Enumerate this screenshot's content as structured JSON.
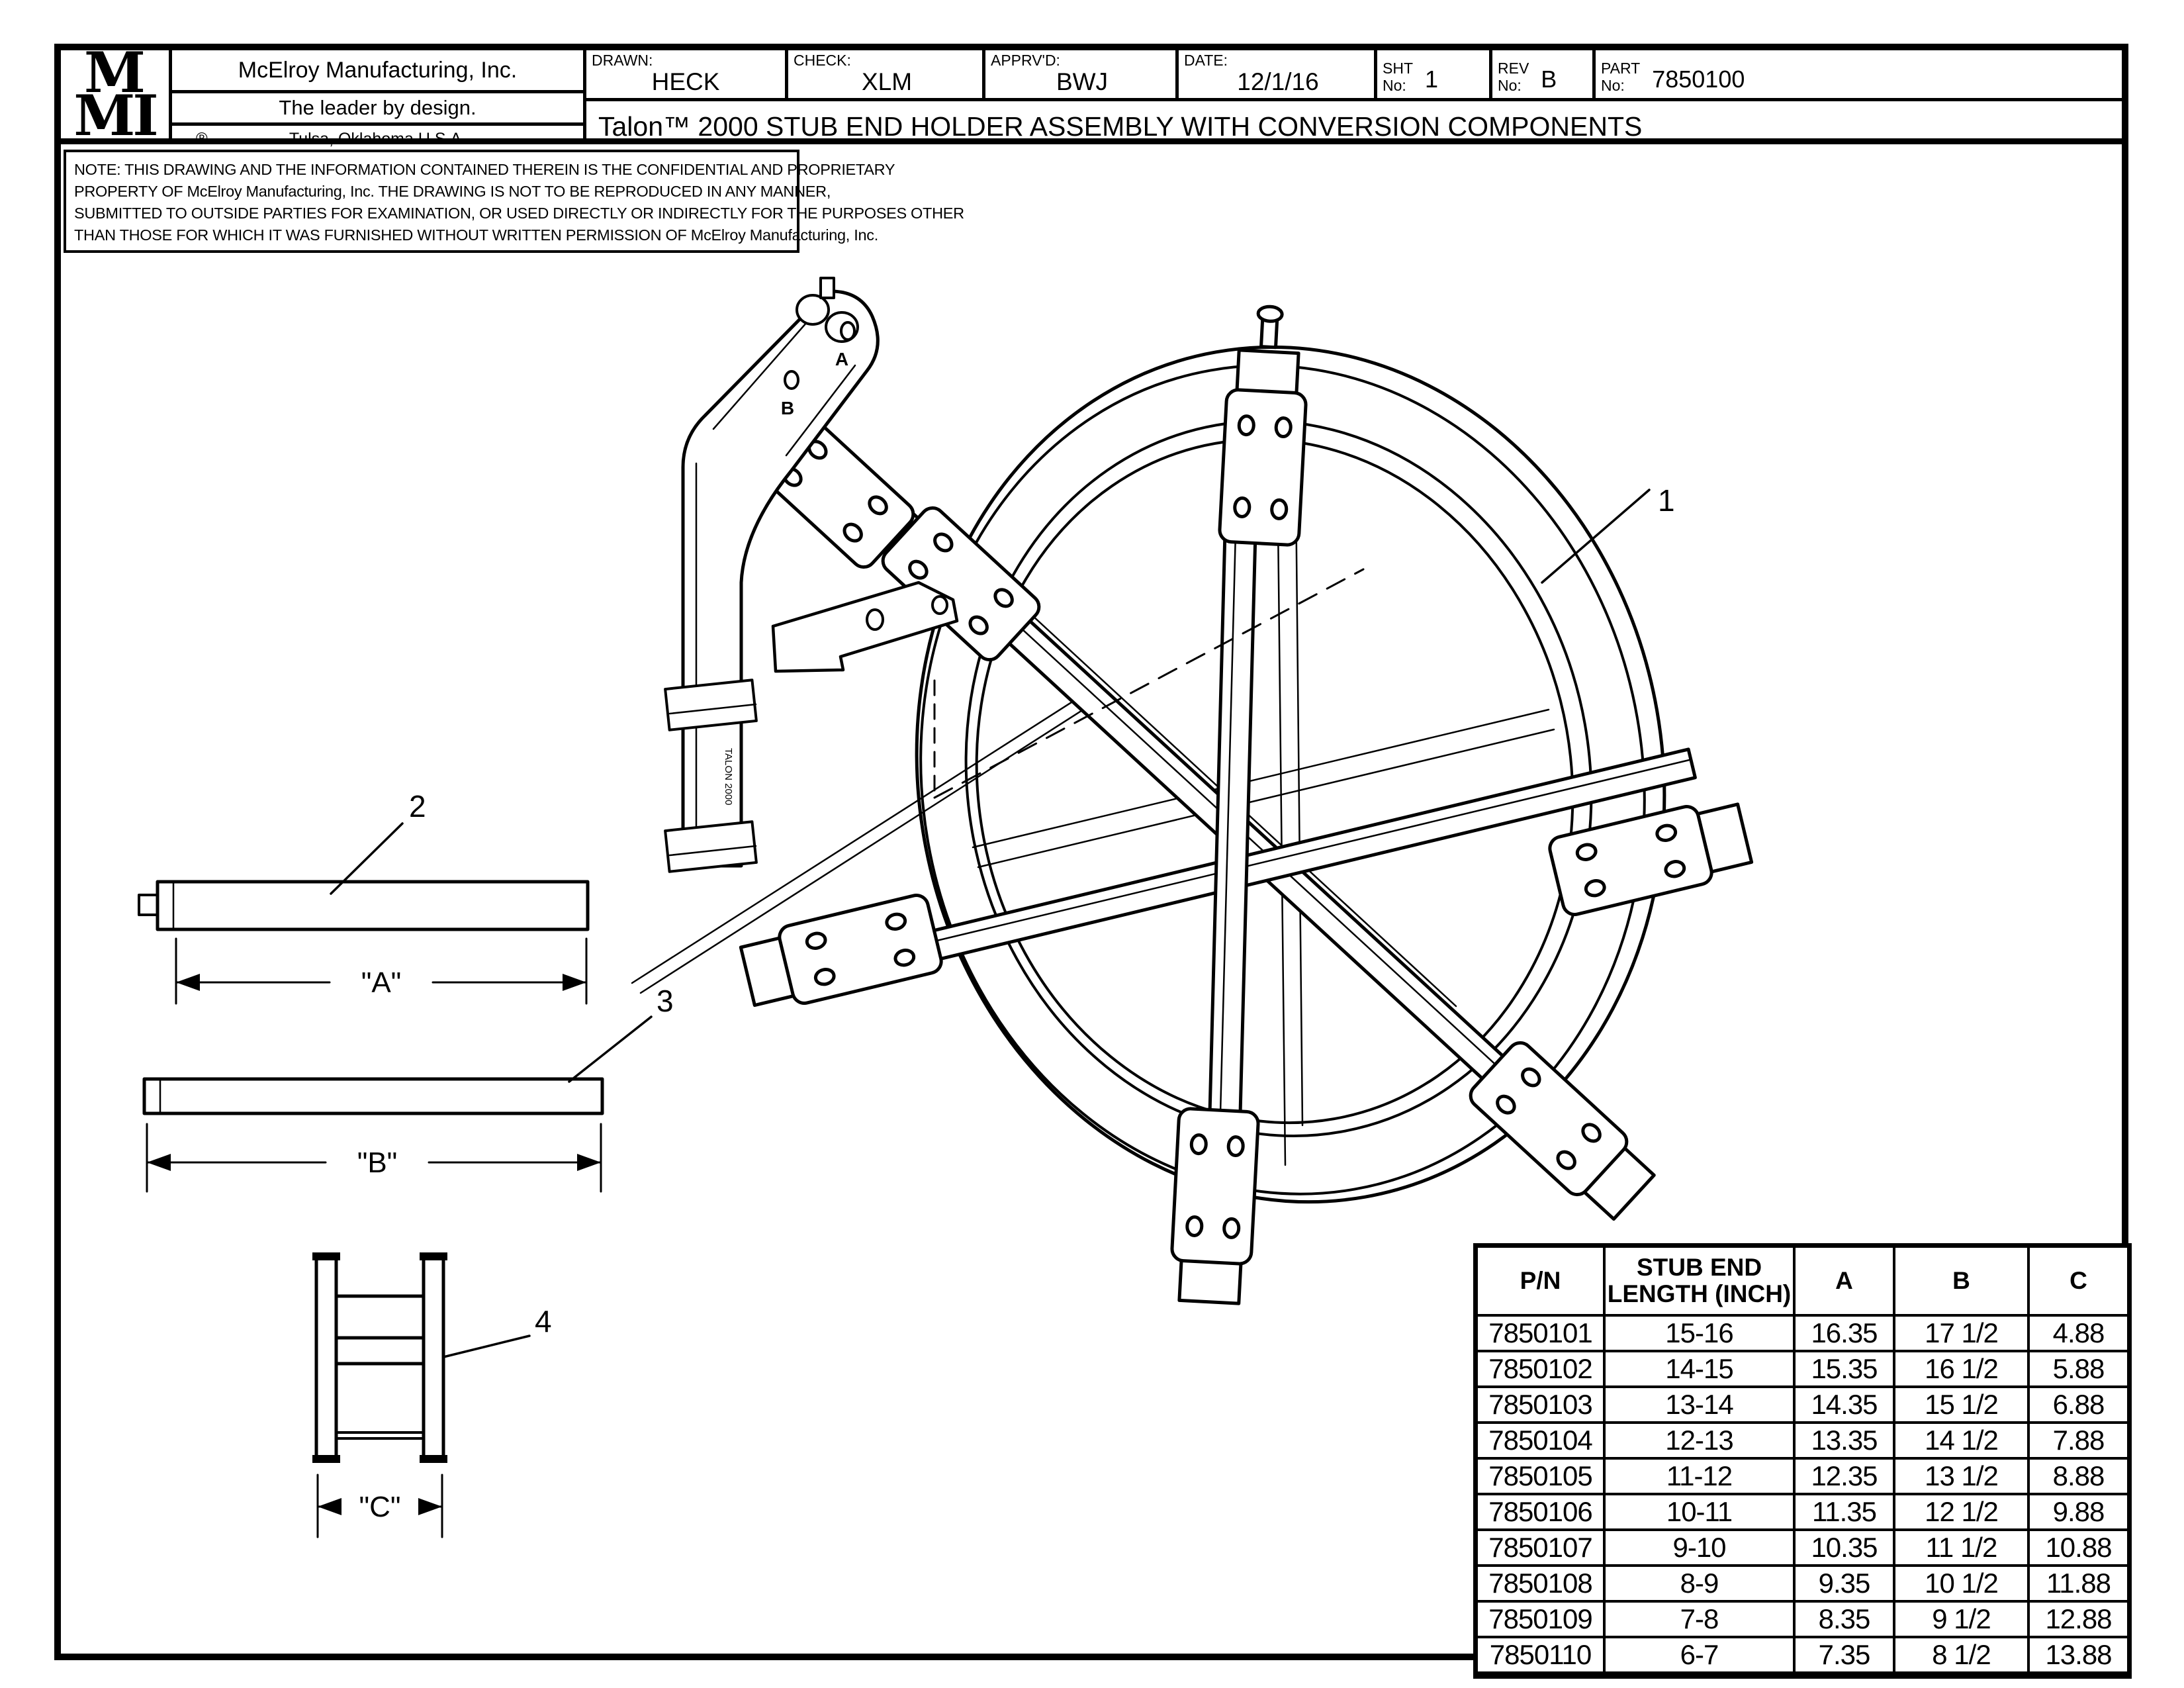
{
  "title_block": {
    "logo_top": "M",
    "logo_bottom": "MI",
    "company": "McElroy Manufacturing, Inc.",
    "tagline": "The leader by design.",
    "location": "Tulsa, Oklahoma U.S.A.",
    "registered_symbol": "®",
    "drawn": {
      "label": "DRAWN:",
      "value": "HECK"
    },
    "check": {
      "label": "CHECK:",
      "value": "XLM"
    },
    "apprvd": {
      "label": "APPRV'D:",
      "value": "BWJ"
    },
    "date": {
      "label": "DATE:",
      "value": "12/1/16"
    },
    "sht": {
      "l1": "SHT",
      "l2": "No:",
      "value": "1"
    },
    "rev": {
      "l1": "REV",
      "l2": "No:",
      "value": "B"
    },
    "part": {
      "l1": "PART",
      "l2": "No:",
      "value": "7850100"
    },
    "drawing_title": "Talon™ 2000 STUB END HOLDER ASSEMBLY WITH CONVERSION COMPONENTS"
  },
  "note": {
    "lines": [
      "NOTE: THIS DRAWING AND THE INFORMATION CONTAINED THEREIN IS THE CONFIDENTIAL AND PROPRIETARY",
      "PROPERTY OF McElroy Manufacturing, Inc. THE DRAWING IS NOT TO BE REPRODUCED IN ANY MANNER,",
      "SUBMITTED TO OUTSIDE PARTIES FOR EXAMINATION, OR USED DIRECTLY OR INDIRECTLY FOR THE PURPOSES OTHER",
      "THAN THOSE FOR WHICH IT WAS FURNISHED WITHOUT WRITTEN PERMISSION OF McElroy Manufacturing, Inc."
    ]
  },
  "callouts": {
    "assembly": "1",
    "upper_rod": "2",
    "lower_rod": "3",
    "spool": "4"
  },
  "dimensions": {
    "a": "\"A\"",
    "b": "\"B\"",
    "c": "\"C\""
  },
  "holder_markings": {
    "hole_a": "A",
    "hole_b": "B",
    "vertical_text": "TALON 2000"
  },
  "table": {
    "headers": {
      "pn": "P/N",
      "stub_line1": "STUB END",
      "stub_line2": "LENGTH (INCH)",
      "a": "A",
      "b": "B",
      "c": "C"
    },
    "rows": [
      [
        "7850101",
        "15-16",
        "16.35",
        "17 1/2",
        "4.88"
      ],
      [
        "7850102",
        "14-15",
        "15.35",
        "16 1/2",
        "5.88"
      ],
      [
        "7850103",
        "13-14",
        "14.35",
        "15 1/2",
        "6.88"
      ],
      [
        "7850104",
        "12-13",
        "13.35",
        "14 1/2",
        "7.88"
      ],
      [
        "7850105",
        "11-12",
        "12.35",
        "13 1/2",
        "8.88"
      ],
      [
        "7850106",
        "10-11",
        "11.35",
        "12 1/2",
        "9.88"
      ],
      [
        "7850107",
        "9-10",
        "10.35",
        "11 1/2",
        "10.88"
      ],
      [
        "7850108",
        "8-9",
        "9.35",
        "10 1/2",
        "11.88"
      ],
      [
        "7850109",
        "7-8",
        "8.35",
        "9 1/2",
        "12.88"
      ],
      [
        "7850110",
        "6-7",
        "7.35",
        "8 1/2",
        "13.88"
      ]
    ]
  }
}
